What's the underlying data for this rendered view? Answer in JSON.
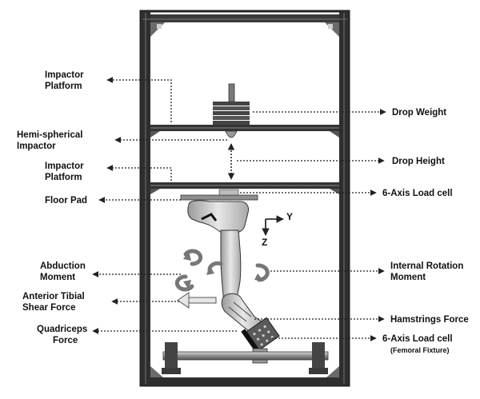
{
  "labels": {
    "impactor_platform_top": [
      "Impactor",
      "Platform"
    ],
    "hemi_spherical_impactor": [
      "Hemi-spherical",
      "Impactor"
    ],
    "impactor_platform_bottom": [
      "Impactor",
      "Platform"
    ],
    "floor_pad": "Floor Pad",
    "abduction_moment": [
      "Abduction",
      "Moment"
    ],
    "anterior_tibial_shear_force": [
      "Anterior Tibial",
      "Shear Force"
    ],
    "quadriceps_force": [
      "Quadriceps",
      "Force"
    ],
    "drop_weight": "Drop Weight",
    "drop_height": "Drop Height",
    "load_cell_top": "6-Axis Load cell",
    "internal_rotation_moment": [
      "Internal Rotation",
      "Moment"
    ],
    "hamstrings_force": "Hamstrings Force",
    "load_cell_femoral": "6-Axis Load cell",
    "load_cell_femoral_sub": "(Femoral Fixture)"
  },
  "axes": {
    "y": "Y",
    "z": "Z"
  },
  "colors": {
    "frame": "#2b2b2b",
    "frame_dark": "#111111",
    "metal": "#8a8a8a",
    "metal_light": "#bdbdbd",
    "leader": "#222222",
    "text": "#111111"
  }
}
